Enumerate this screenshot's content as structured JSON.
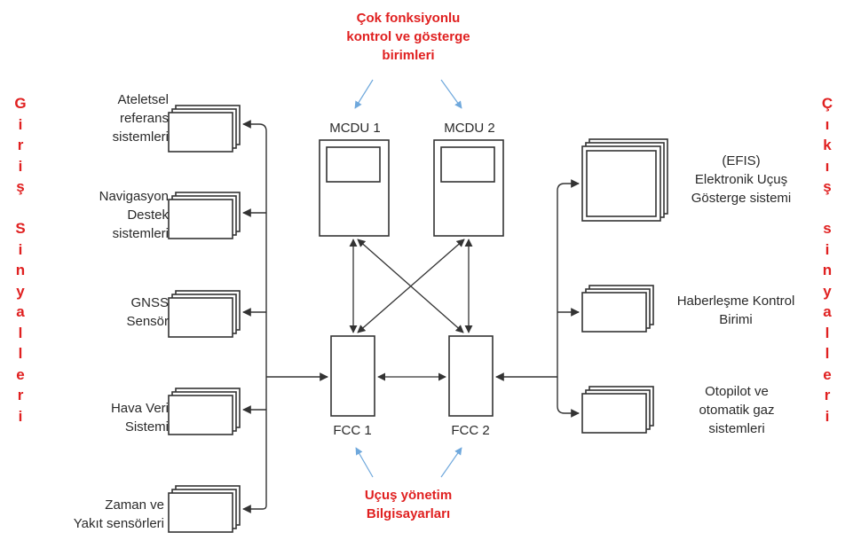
{
  "title_top": "Çok fonksiyonlu\nkontrol ve gösterge\nbirimleri",
  "title_bottom": "Uçuş yönetim\nBilgisayarları",
  "left_vertical": {
    "word1": "Giriş",
    "word2": "Sinyalleri"
  },
  "right_vertical": {
    "word1": "Çıkış",
    "word2": "sinyalleri"
  },
  "mcdu": [
    "MCDU 1",
    "MCDU 2"
  ],
  "fcc": [
    "FCC 1",
    "FCC 2"
  ],
  "inputs": [
    "Ateletsel\nreferans\nsistemleri",
    "Navigasyon\nDestek\nsistemleri",
    "GNSS\nSensör",
    "Hava Veri\nSistemi",
    "Zaman ve\nYakıt sensörleri"
  ],
  "outputs": [
    "(EFIS)\nElektronik Uçuş\nGösterge sistemi",
    "Haberleşme Kontrol\nBirimi",
    "Otopilot ve\notomatik gaz\nsistemleri"
  ],
  "colors": {
    "accent_red": "#e02020",
    "arrow_blue": "#6fa8dc",
    "line": "#333333"
  }
}
